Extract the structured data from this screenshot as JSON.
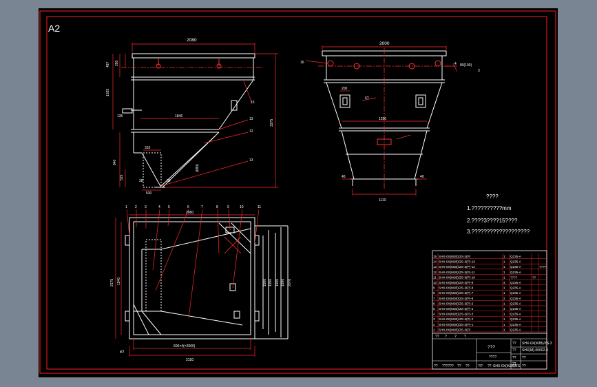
{
  "sheet": {
    "size_label": "A2",
    "colors": {
      "background": "#7a8593",
      "paper": "#000000",
      "frame": "#ff2020",
      "outline": "#ffffff",
      "dimension": "#ff2a2a",
      "centerline": "#ff3030",
      "leader": "#ff4040"
    }
  },
  "front_view": {
    "dims": {
      "top_width": "2080",
      "h1": "497",
      "h2": "250",
      "h3": "1035",
      "mid_width": "1846",
      "left_small": "135",
      "lower_h": "940",
      "lower_h2": "515",
      "bottom_w": "530",
      "left_b": "38",
      "right_b": "38",
      "inner_w": "310",
      "slant": "(680)",
      "total_h": "3275"
    },
    "callouts": [
      "15",
      "13",
      "12",
      "13"
    ]
  },
  "side_view": {
    "dims": {
      "top_width": "2000",
      "left_tag": "16",
      "section": "80(100)",
      "section_note": "4",
      "section_num": "3",
      "box_w": "200",
      "mid_w": "1290",
      "bottom_w": "1110",
      "left_b": "40",
      "right_b": "40",
      "note_h": "6?"
    }
  },
  "plan_view": {
    "dims": {
      "top_w": "2080",
      "left_h1": "2175",
      "left_h2": "1940",
      "right_1": "1900",
      "right_2": "1950",
      "right_3": "1900",
      "right_4": "1896",
      "right_5": "2070",
      "pitch": "600×4(=2000)",
      "bottom_w": "2150",
      "corner": "φ3"
    },
    "callouts": [
      "1",
      "2",
      "3",
      "4",
      "5",
      "6",
      "7",
      "8",
      "9",
      "10",
      "11"
    ]
  },
  "notes": {
    "title": "????",
    "lines": [
      "1.??????????mm",
      "2.????3????15????",
      "3.???????????????????"
    ]
  },
  "title_block": {
    "parts_rows": [
      [
        "15",
        "SHX-0X(MJB)/ZS-3(P)",
        "1",
        "Q235-A",
        "",
        ""
      ],
      [
        "14",
        "SHX-0X(MJB)/ZS-3(P)-13",
        "1",
        "Q235-A",
        "",
        ""
      ],
      [
        "13",
        "SHX-0X(MJB)/ZS-3(P)-12",
        "1",
        "Q235-A",
        "",
        "????"
      ],
      [
        "12",
        "SHX-0X(MJB)/ZS-3(P)-11",
        "1",
        "Q235-A",
        "",
        ""
      ],
      [
        "11",
        "SHX-0X(MJB)/ZS-3(P)-10",
        "1",
        "????",
        "??",
        ""
      ],
      [
        "10",
        "SHX-0X(MJB)/ZS-3(P)-9",
        "4",
        "Q235-A",
        "",
        ""
      ],
      [
        "9",
        "SHX-0X(MJB)/ZS-3(P)-8",
        "1",
        "Q235-A",
        "",
        ""
      ],
      [
        "8",
        "SHX-0X(MJB)/ZS-3(P)-7",
        "1",
        "Q235-A",
        "",
        ""
      ],
      [
        "7",
        "SHX-0X(MJB)/ZS-3(P)-6",
        "2",
        "Q235-A",
        "",
        ""
      ],
      [
        "6",
        "SHX-0X(MJB)/ZS-3(P)-5",
        "1",
        "Q235-A",
        "",
        ""
      ],
      [
        "5",
        "SHX-0X(MJB)/ZS-3(P)-4",
        "4",
        "Q235-A",
        "",
        ""
      ],
      [
        "4",
        "SHX-0X(MJB)/ZS-3(P)-3",
        "1",
        "Q235-A",
        "",
        ""
      ],
      [
        "3",
        "SHX-0X(MJB)/ZS-3(P)-2",
        "1",
        "Q235-A",
        "",
        ""
      ],
      [
        "2",
        "SHX-0X(MJB)/ZS-3(P)-1",
        "1",
        "Q235-A",
        "",
        ""
      ],
      [
        "1",
        "SHX-0X(MJB)/ZS-3(P)",
        "1",
        "Q235-A",
        "",
        ""
      ]
    ],
    "header_cells": [
      "??",
      "?",
      "?",
      "?"
    ],
    "name": "???",
    "name2": "????",
    "drawing_no": "SHX-0X(MJB)/ZS-3",
    "drawing_no2": "SHX(M)-00002-8",
    "sign_cells": [
      "??",
      "??",
      "??",
      "??",
      "??"
    ],
    "bottom_row": [
      "??",
      "??????",
      "??",
      "??",
      "?/?",
      "??",
      "SHX-0X(MJB)/ZS"
    ],
    "scale": "??",
    "sheet_count": "??"
  }
}
